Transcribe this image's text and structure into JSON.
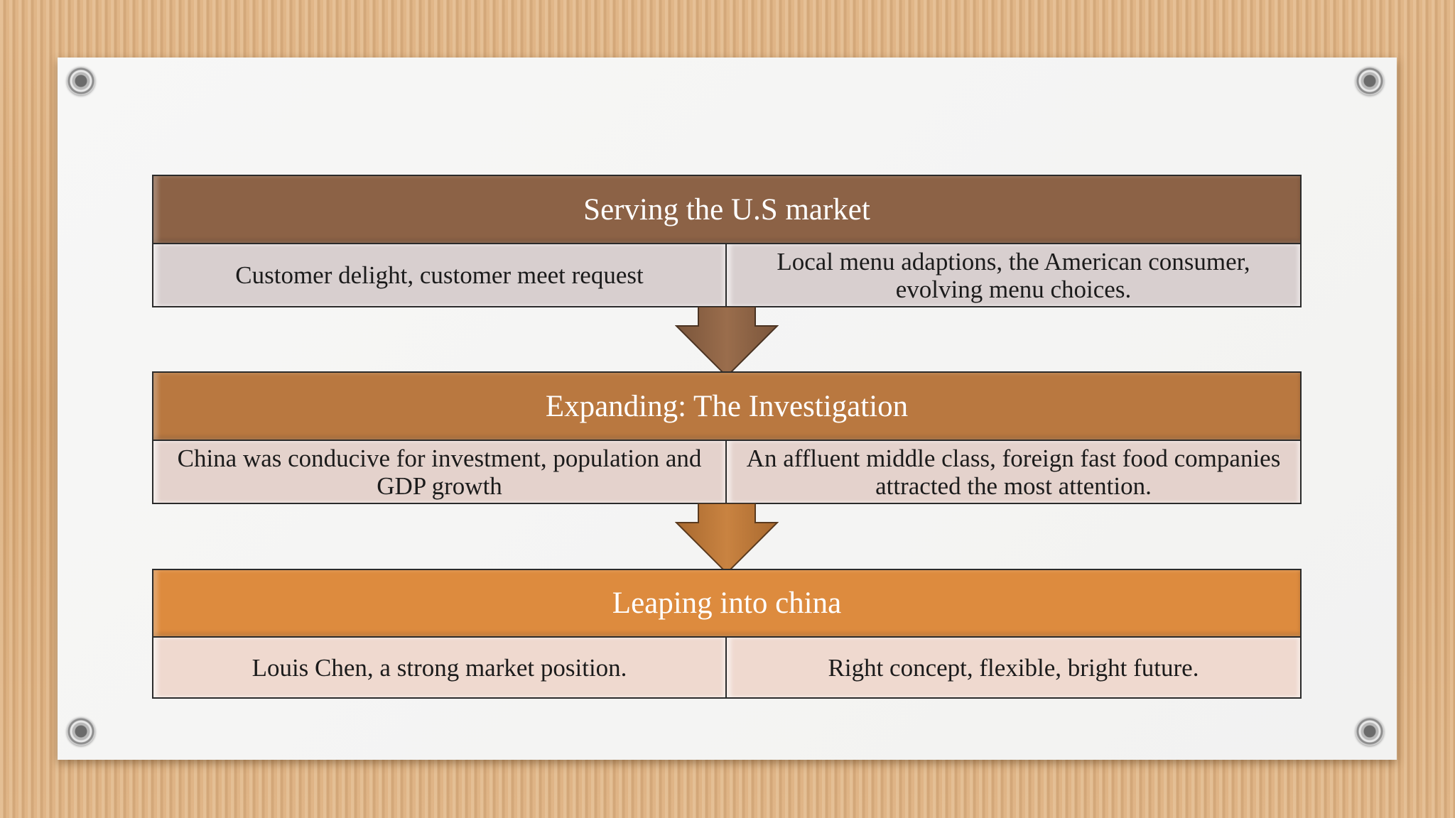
{
  "levels": [
    {
      "title": "Serving the U.S market",
      "color": "#8c6246",
      "cell_color": "#d8cfcf",
      "cells": [
        "Customer delight, customer meet request",
        "Local menu adaptions, the American consumer, evolving menu choices."
      ]
    },
    {
      "title": "Expanding: The Investigation",
      "color": "#b97840",
      "cell_color": "#e4d2cc",
      "cells": [
        "China was conducive for investment, population and GDP growth",
        "An affluent middle class, foreign fast food companies attracted the most attention."
      ]
    },
    {
      "title": "Leaping into china",
      "color": "#dd8b3e",
      "cell_color": "#efd9cf",
      "cells": [
        "Louis Chen, a strong market position.",
        "Right concept, flexible, bright future."
      ]
    }
  ],
  "arrow_colors": [
    "#9a6d4c",
    "#c98341"
  ]
}
